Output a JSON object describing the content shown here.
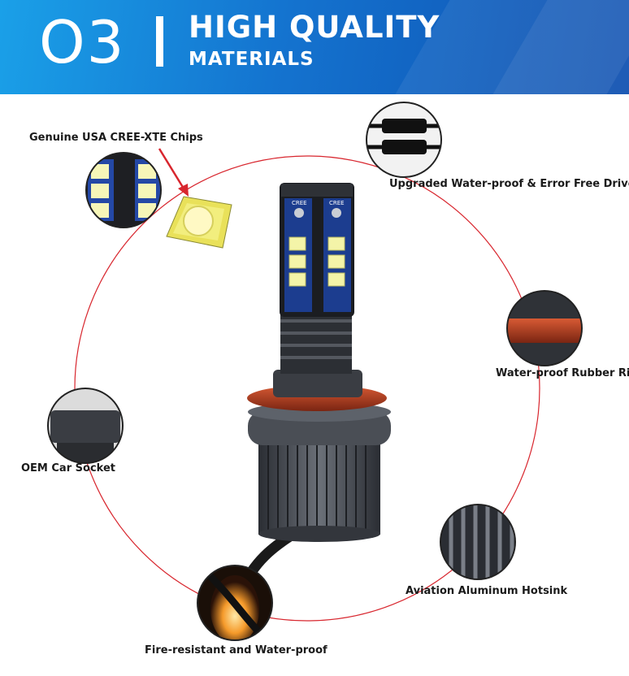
{
  "header": {
    "number": "O3",
    "title_line1": "HIGH QUALITY",
    "title_line2": "MATERIALS",
    "colors": {
      "from": "#1aa0e8",
      "to": "#0f4fb0"
    }
  },
  "callouts": {
    "chips": "Genuine USA CREE-XTE Chips",
    "driver": "Upgraded Water-proof & Error Free Driver",
    "ring": "Water-proof Rubber Ring",
    "socket": "OEM Car Socket",
    "hotsink": "Aviation Aluminum Hotsink",
    "fire": "Fire-resistant and Water-proof"
  },
  "product": {
    "chip_brand": "CREE"
  },
  "accent_color": "#d8262e"
}
